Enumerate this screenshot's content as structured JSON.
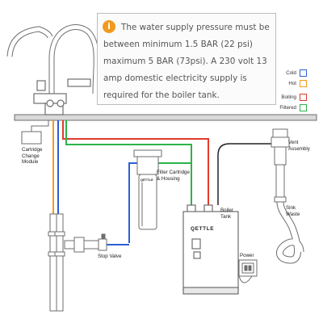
{
  "note": {
    "icon": "info-icon",
    "icon_glyph": "i",
    "text": "The water supply pressure must be between minimum 1.5 BAR (22 psi) maximum 5 BAR (73psi). A 230 volt 13 amp domestic electricity supply is required for the boiler tank."
  },
  "legend": [
    {
      "label": "Cold",
      "color": "#2c5fd6"
    },
    {
      "label": "Hot",
      "color": "#f29a1d"
    },
    {
      "label": "Boiling",
      "color": "#e23b2e"
    },
    {
      "label": "Filtered",
      "color": "#2db34a"
    }
  ],
  "labels": {
    "cartridge_module": "Cartridge Change Module",
    "filter": "Filter Cartridge & Housing",
    "boiler_tank": "Boiler Tank",
    "vent_assembly": "Vent Assembly",
    "sink_waste": "Sink Waste",
    "stop_valve": "Stop Valve",
    "power": "Power"
  },
  "brand": {
    "boiler": "QETTLE",
    "filter": "QETTLE"
  },
  "colors": {
    "outline": "#6d6d6d",
    "counter": "#d9d9d9",
    "steel": "#e8e8e8"
  }
}
